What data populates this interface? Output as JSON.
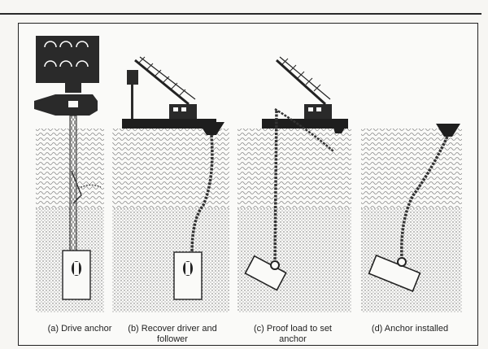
{
  "captions": {
    "a": "(a)  Drive anchor",
    "b": "(b) Recover driver and follower",
    "c": "(c)  Proof load to set anchor",
    "d": "(d)  Anchor installed"
  },
  "colors": {
    "ink": "#1e1e1e",
    "water_pattern": "#8a8a8a",
    "seabed_dots": "#6a6a6a",
    "paper": "#fafaf8"
  },
  "icons": [
    "drive-rig-icon",
    "crane-barge-icon",
    "buoy-icon",
    "chain-icon",
    "anchor-plate-icon"
  ]
}
